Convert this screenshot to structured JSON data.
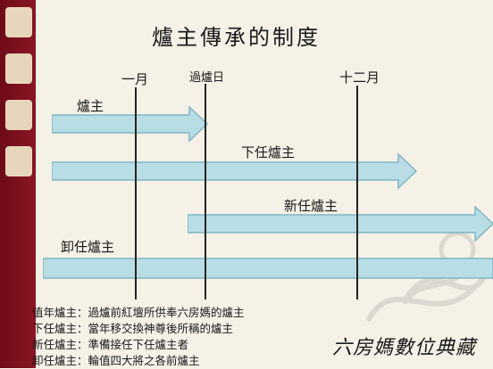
{
  "title": "爐主傳承的制度",
  "timeline": {
    "month1": "一月",
    "transfer_day": "過爐日",
    "month12": "十二月"
  },
  "arrows": [
    {
      "label": "爐主"
    },
    {
      "label": "下任爐主"
    },
    {
      "label": "新任爐主"
    },
    {
      "label": "卸任爐主"
    }
  ],
  "notes": [
    "值年爐主：過爐前紅壇所供奉六房媽的爐主",
    "下任爐主：當年移交換神尊後所稱的爐主",
    "新任爐主：準備接任下任爐主者",
    "卸任爐主：輪值四大將之各前爐主"
  ],
  "brand": "六房媽數位典藏",
  "colors": {
    "arrow_fill": "#b9dde5",
    "arrow_stroke": "#7fb5c5",
    "sidebar": "#7a0f1c"
  }
}
